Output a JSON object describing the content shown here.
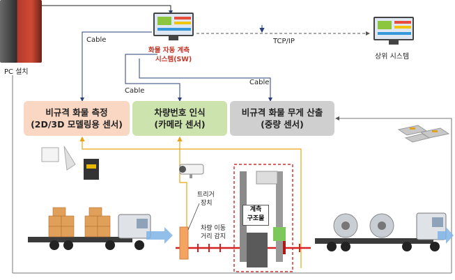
{
  "pc_label": "PC 설치",
  "sw_label_line1": "화물 자동 계측",
  "sw_label_line2": "시스템(SW)",
  "tcpip_label": "TCP/IP",
  "upper_system_label": "상위 시스템",
  "cable_labels": [
    "Cable",
    "Cable",
    "Cable"
  ],
  "boxes": [
    {
      "line1": "비규격 화물 측정",
      "line2": "(2D/3D 모델링용 센서)",
      "color": "#f9d7c3"
    },
    {
      "line1": "차량번호 인식",
      "line2": "(카메라 센서)",
      "color": "#cde3ad"
    },
    {
      "line1": "비규격 화물 무게 산출",
      "line2": "(중량 센서)",
      "color": "#cfcfcf"
    }
  ],
  "trigger_label_line1": "트리거",
  "trigger_label_line2": "장치",
  "structure_label_line1": "계측",
  "structure_label_line2": "구조물",
  "distance_label_line1": "차량 이동",
  "distance_label_line2": "거리 감지",
  "colors": {
    "cable_line": "#2a3f7a",
    "flow_line": "#e8a317",
    "dash_red": "#cc0000",
    "sw_red": "#c0392b"
  }
}
